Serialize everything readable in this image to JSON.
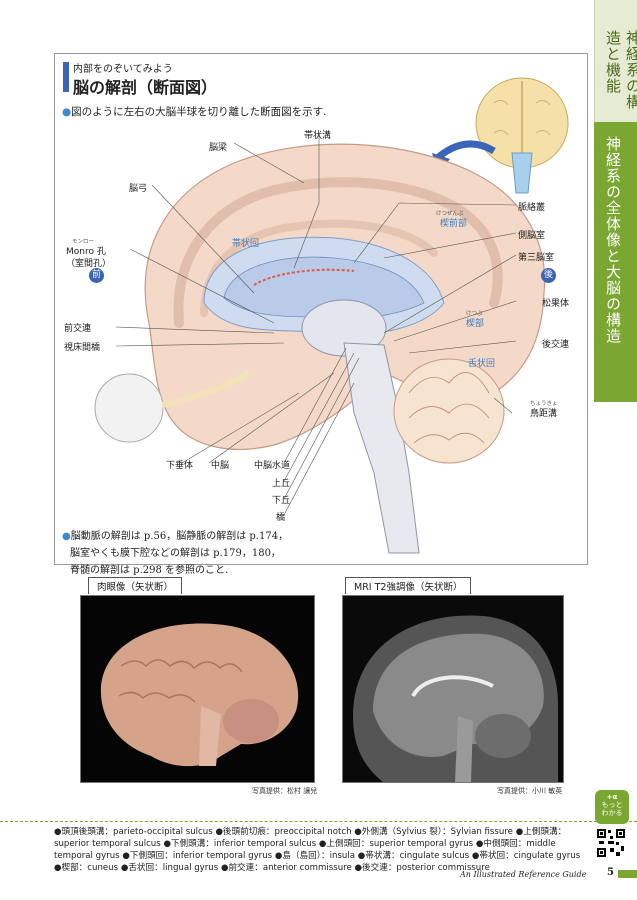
{
  "side_tabs": [
    "神経系の構造と機能",
    "神経系の全体像と大脳の構造"
  ],
  "header": {
    "sub": "内部をのぞいてみよう",
    "title": "脳の解剖（断面図）"
  },
  "intro": "図のように左右の大脳半球を切り離した断面図を示す.",
  "labels": {
    "sulcus_cinguli": "帯状溝",
    "corpus_callosum": "脳梁",
    "fornix": "脳弓",
    "monro_ruby": "モンロー",
    "monro": "Monro 孔",
    "monro_sub": "（室間孔）",
    "anterior": "前",
    "posterior": "後",
    "anterior_commissure": "前交連",
    "interthalamic": "視床間橋",
    "choroid_plexus": "脈絡叢",
    "lateral_ventricle": "側脳室",
    "third_ventricle": "第三脳室",
    "pineal": "松果体",
    "posterior_commissure": "後交連",
    "calcarine_ruby": "ちょうきょ",
    "calcarine": "鳥距溝",
    "hypophysis": "下垂体",
    "midbrain": "中脳",
    "aqueduct": "中脳水道",
    "sup_colliculus": "上丘",
    "inf_colliculus": "下丘",
    "pons": "橋",
    "cingulate_gyrus": "帯状回",
    "precuneus_ruby": "けつぜんぶ",
    "precuneus": "楔前部",
    "cuneus_ruby": "けつぶ",
    "cuneus": "楔部",
    "lingual": "舌状回"
  },
  "note": [
    "脳動脈の解剖は p.56，脳静脈の解剖は p.174，",
    "脳室やくも膜下腔などの解剖は p.179，180，",
    "脊髄の解剖は p.298 を参照のこと."
  ],
  "photos": [
    {
      "tab": "肉眼像（矢状断）",
      "credit": "写真提供：松村 讓兒"
    },
    {
      "tab": "MRI T2強調像（矢状断）",
      "credit": "写真提供：小川 敏英"
    }
  ],
  "glossary": [
    "●頭頂後頭溝：parieto-occipital sulcus",
    "●後頭前切痕：preoccipital notch",
    "●外側溝（Sylvius 裂）：Sylvian fissure",
    "●上側頭溝：superior temporal sulcus",
    "●下側頭溝：inferior temporal sulcus",
    "●上側頭回：superior temporal gyrus",
    "●中側頭回：middle temporal gyrus",
    "●下側頭回：inferior temporal gyrus",
    "●島（島回）：insula",
    "●帯状溝：cingulate sulcus",
    "●帯状回：cingulate gyrus",
    "●楔部：cuneus",
    "●舌状回：lingual gyrus",
    "●前交連：anterior commissure",
    "●後交連：posterior commissure"
  ],
  "badge": [
    "+α",
    "もっと",
    "わかる"
  ],
  "book_title": "An Illustrated Reference Guide",
  "page_number": "5"
}
